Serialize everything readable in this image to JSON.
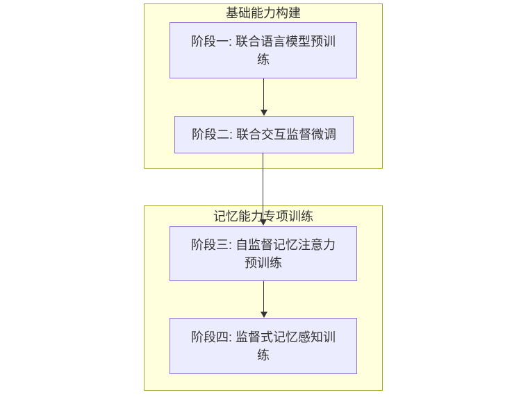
{
  "diagram": {
    "type": "flowchart",
    "direction": "top-down",
    "colors": {
      "group_fill": "#ffffde",
      "group_border": "#aaaa33",
      "node_fill": "#ececff",
      "node_border": "#9370db",
      "edge": "#333333",
      "text": "#333333"
    },
    "groups": [
      {
        "title": "基础能力构建",
        "nodes": [
          {
            "id": "stage1",
            "label": "阶段一: 联合语言模型预训\n练"
          },
          {
            "id": "stage2",
            "label": "阶段二: 联合交互监督微调"
          }
        ]
      },
      {
        "title": "记忆能力专项训练",
        "nodes": [
          {
            "id": "stage3",
            "label": "阶段三: 自监督记忆注意力\n预训练"
          },
          {
            "id": "stage4",
            "label": "阶段四: 监督式记忆感知训\n练"
          }
        ]
      }
    ],
    "edges": [
      {
        "from": "stage1",
        "to": "stage2"
      },
      {
        "from": "stage2",
        "to": "stage3"
      },
      {
        "from": "stage3",
        "to": "stage4"
      }
    ]
  }
}
